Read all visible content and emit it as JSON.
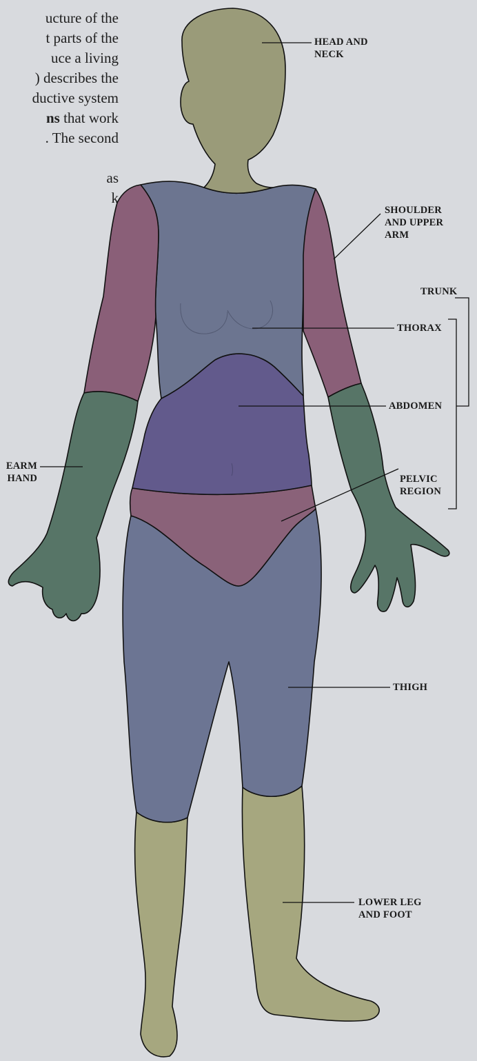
{
  "intro_text": {
    "lines": [
      "ucture of the",
      "t parts of the",
      "uce a living",
      ") describes the",
      "ductive system",
      "ns that work",
      ". The second",
      "",
      "as",
      "k"
    ],
    "bold_fragment": "ns"
  },
  "labels": {
    "head_and_neck": [
      "HEAD AND",
      "NECK"
    ],
    "shoulder_and_upper_arm": [
      "SHOULDER",
      "AND UPPER",
      "ARM"
    ],
    "trunk": "TRUNK",
    "thorax": "THORAX",
    "abdomen": "ABDOMEN",
    "pelvic_region": [
      "PELVIC",
      "REGION"
    ],
    "forearm_and_hand": [
      "EARM",
      "HAND"
    ],
    "thigh": "THIGH",
    "lower_leg_and_foot": [
      "LOWER LEG",
      "AND FOOT"
    ]
  },
  "colors": {
    "background": "#d8dade",
    "head_and_neck": "#9a9b79",
    "shoulder_and_upper_arm": "#8a5f78",
    "thorax": "#6c7590",
    "abdomen": "#625a8c",
    "pelvic_region": "#8a6279",
    "forearm_and_hand": "#577567",
    "thigh": "#6c7593",
    "lower_leg_and_foot": "#a6a77f",
    "outline": "#111111"
  }
}
